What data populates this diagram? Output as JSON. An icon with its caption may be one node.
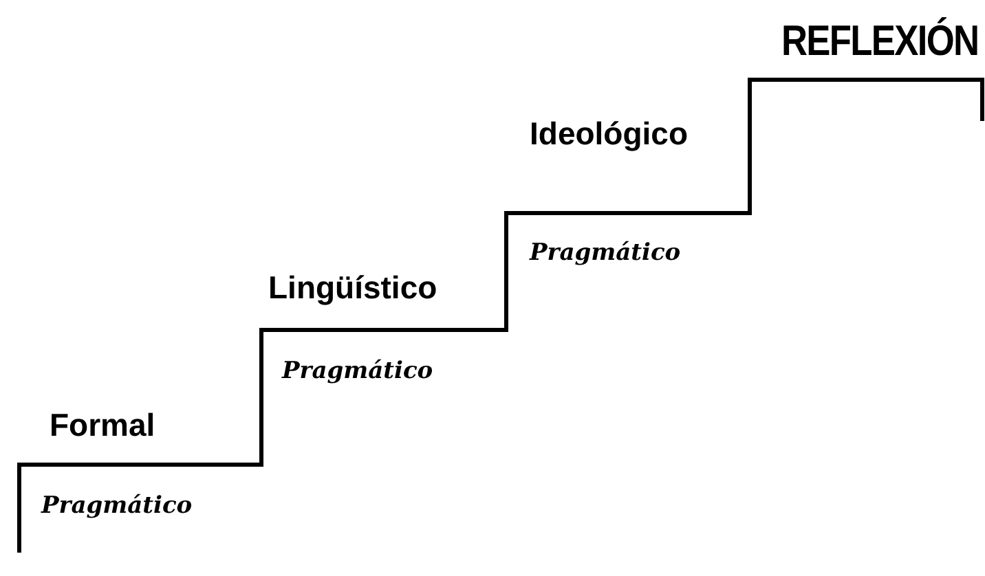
{
  "diagram": {
    "labels": [
      "REFLEXIÓN",
      "Ideológico",
      "Pragmático",
      "Lingüístico",
      "Pragmático",
      "Formal",
      "Pragmático"
    ]
  }
}
